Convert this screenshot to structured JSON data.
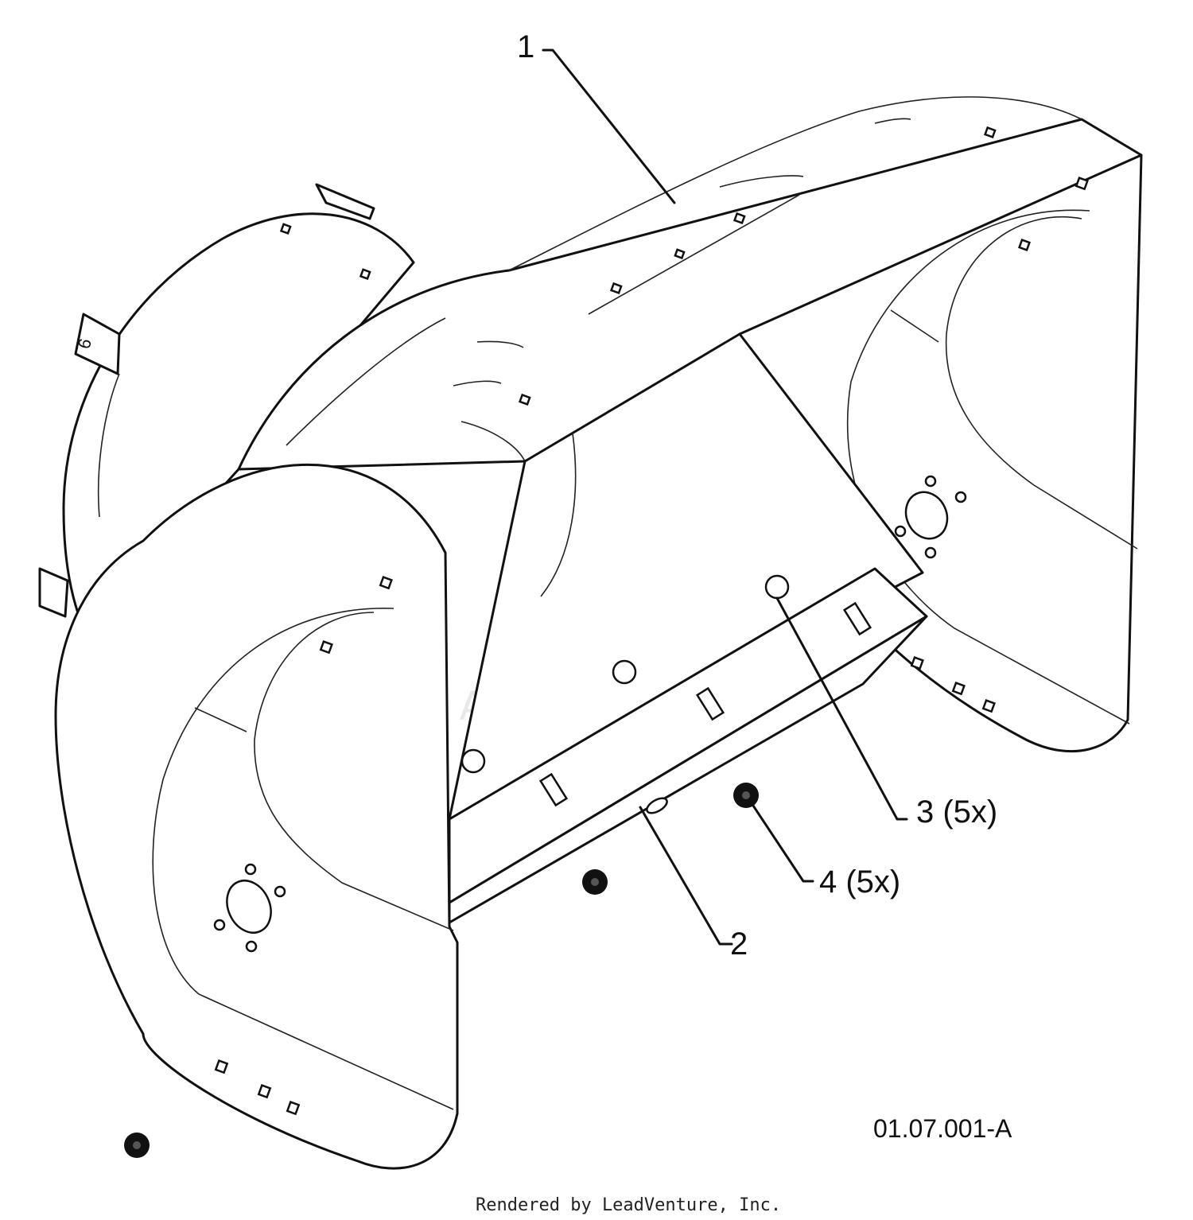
{
  "callouts": {
    "part1": "1",
    "part2": "2",
    "part3": "3 (5x)",
    "part4": "4 (5x)"
  },
  "diagram_code": "01.07.001-A",
  "watermark": "LEADVENTURE",
  "footer": "Rendered by LeadVenture, Inc.",
  "colors": {
    "line": "#111111",
    "background": "#ffffff",
    "watermark": "#e6e6e6"
  }
}
